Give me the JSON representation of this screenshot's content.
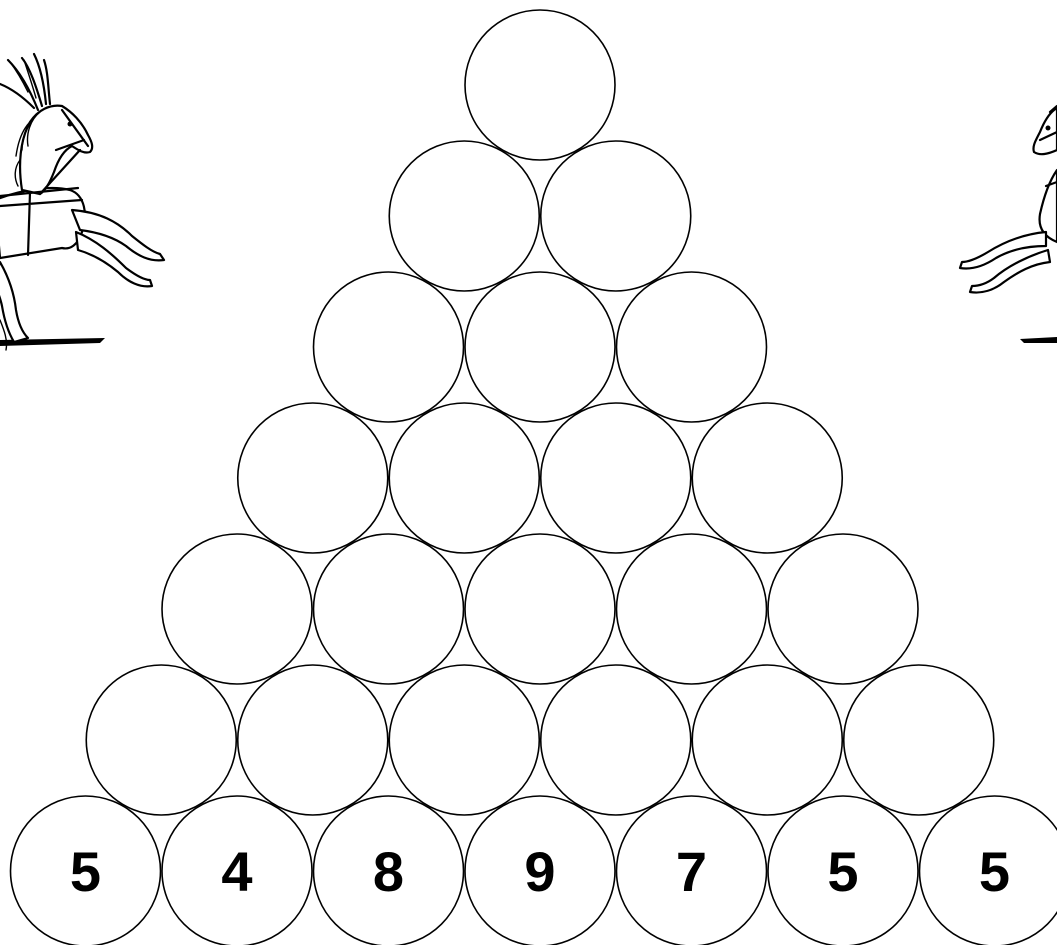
{
  "puzzle": {
    "type": "number-pyramid",
    "rows": 7,
    "base_numbers": [
      "5",
      "4",
      "8",
      "9",
      "7",
      "5",
      "5"
    ],
    "cell_stroke_color": "#000000",
    "cell_fill_color": "#ffffff"
  },
  "decorations": {
    "left_image": "horse-illustration",
    "right_image": "horse-illustration"
  }
}
